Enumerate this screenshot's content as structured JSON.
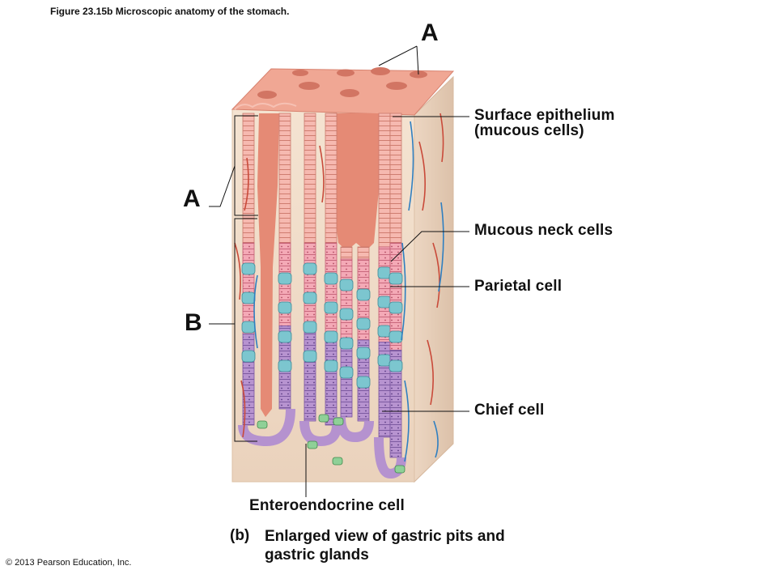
{
  "figure_title": "Figure 23.15b  Microscopic anatomy of the stomach.",
  "copyright": "© 2013 Pearson Education, Inc.",
  "labels": {
    "surface_epithelium_line1": "Surface epithelium",
    "surface_epithelium_line2": "(mucous cells)",
    "mucous_neck_cells": "Mucous neck cells",
    "parietal_cell": "Parietal cell",
    "chief_cell": "Chief cell",
    "enteroendocrine_cell": "Enteroendocrine cell"
  },
  "letters": {
    "top": "A",
    "left_upper": "A",
    "left_lower": "B"
  },
  "caption": {
    "tag": "(b)",
    "line1": "Enlarged view of gastric pits and",
    "line2": "gastric glands"
  },
  "colors": {
    "tissue_face": "#f1ddc9",
    "tissue_top": "#f0a895",
    "lumen": "#e58a75",
    "mucous_cell": "#f3aab8",
    "mucous_cell_dark": "#e9788d",
    "parietal_cell": "#7cc6cf",
    "chief_cell": "#b592cf",
    "enteroendocrine_cell": "#8fd097",
    "vessel_red": "#c94a3a",
    "vessel_blue": "#2f7fc1"
  }
}
